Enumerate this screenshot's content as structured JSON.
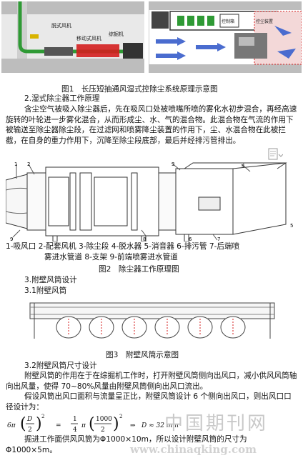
{
  "fig1": {
    "caption": "图1　长压短抽通风湿式控除尘系统原理示意图",
    "left_labels": [
      "脱式风机",
      "移动式风机",
      "综掘机"
    ],
    "right_labels": [
      "控制箱",
      "控尘装置"
    ]
  },
  "section2": {
    "heading": "2.湿式除尘器工作原理",
    "paragraph": "含尘空气被吸入除尘器后，先在吸风口处被喷嘴所喷的雾化水初步混合，再经高速旋转的叶轮进一步雾化混合，从而形成尘、水、气的混合物。此混合物在气流的作用下被输送至除尘器除尘段，在过滤网和喷雾降尘装置的作用下，尘、水混合物在此被拦截，在自身的重力作用下，沉降至除尘段底部，最后并经排污管排出。"
  },
  "fig2": {
    "part_numbers": [
      "1",
      "2",
      "3",
      "4",
      "5",
      "6",
      "7",
      "8",
      "9"
    ],
    "legend_line1": "1-吸风口 2-配套风机 3-除尘段 4-脱水器 5-消音器 6-排污管 7-后端喷",
    "legend_line2": "雾进水管道 8-支架 9-前端喷雾进水管道",
    "caption": "图2　除尘器工作原理图"
  },
  "section3": {
    "heading": "3.附壁风筒设计",
    "sub1": "3.1附壁风筒",
    "fig3_caption": "图3　附壁风筒示意图",
    "sub2": "3.2附壁风筒尺寸设计",
    "para1": "附壁风筒的作用在于在综掘机工作时，打开附壁风筒侧向出风口，减小供风风筒轴向出风量，使得 70~80%风量由附壁风筒侧向出风口流出。",
    "para2": "假设风筒出风口面积与流量呈正比，附壁风筒设计 6 个侧向出风口，则出风口口径设计为：",
    "formula": {
      "lhs": "6π",
      "frac1_num": "D",
      "frac1_den": "2",
      "sq": "2",
      "eq1": "=",
      "frac2_num": "1",
      "frac2_den": "4",
      "pi": "π",
      "frac3_num": "1000",
      "frac3_den": "2",
      "arrow": "⇒",
      "result": "D ≈ 32 mm"
    },
    "para3": "掘进工作面供风风筒为Φ1000×10m，所以设计附壁风筒的尺寸为Φ1000×5m。"
  },
  "watermark": {
    "cn": "中国期刊网",
    "url": "www.chinaqking.com"
  },
  "colors": {
    "pipe_green": "#2f9a35",
    "flow_red": "#d41f1f",
    "arrow_blue": "#4a6ccf"
  }
}
